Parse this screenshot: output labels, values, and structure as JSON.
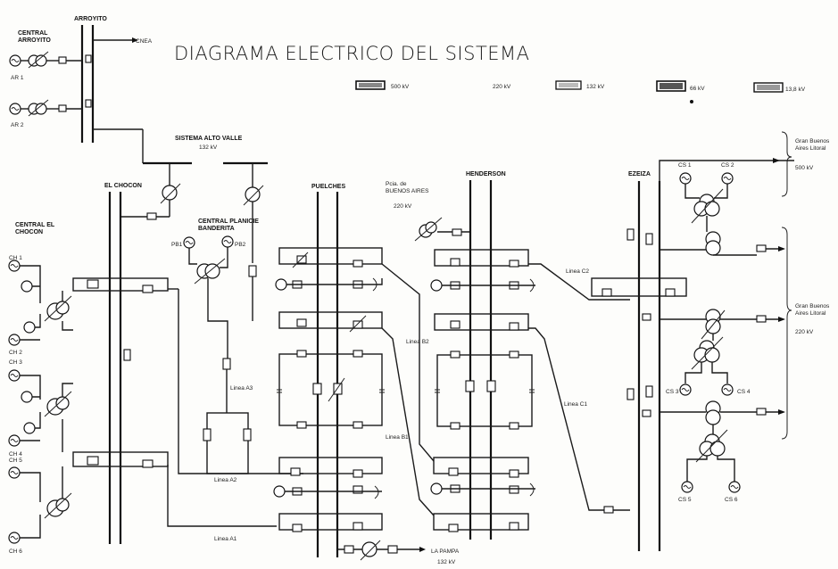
{
  "title": "DIAGRAMA ELECTRICO DEL SISTEMA",
  "legend": [
    {
      "label": "500 kV"
    },
    {
      "label": "220 kV"
    },
    {
      "label": "132 kV"
    },
    {
      "label": "66 kV"
    },
    {
      "label": "13,8 kV"
    }
  ],
  "stations": {
    "arroyito": "ARROYITO",
    "central_arroyito": "CENTRAL ARROYITO",
    "el_chocon": "EL CHOCON",
    "central_el_chocon": "CENTRAL EL CHOCON",
    "sistema_alto_valle": "SISTEMA ALTO VALLE",
    "sistema_alto_valle_kv": "132 kV",
    "central_planicie": "CENTRAL PLANICIE BANDERITA",
    "puelches": "PUELCHES",
    "pcia_bs_as": "Pcia. de BUENOS AIRES",
    "pcia_bs_as_kv": "220 kV",
    "henderson": "HENDERSON",
    "ezeiza": "EZEIZA",
    "gran_bs_as_500": "Gran Buenos Aires Litoral",
    "gran_bs_as_500_kv": "500 kV",
    "gran_bs_as_220": "Gran Buenos Aires Litoral",
    "gran_bs_as_220_kv": "220 kV",
    "la_pampa": "LA PAMPA",
    "la_pampa_kv": "132 kV",
    "cnea": "CNEA"
  },
  "generators": {
    "ar1": "AR 1",
    "ar2": "AR 2",
    "ch1": "CH 1",
    "ch2": "CH 2",
    "ch3": "CH 3",
    "ch4": "CH 4",
    "ch5": "CH 5",
    "ch6": "CH 6",
    "pb1": "PB1",
    "pb2": "PB2",
    "cs1": "CS 1",
    "cs2": "CS 2",
    "cs3": "CS 3",
    "cs4": "CS 4",
    "cs5": "CS 5",
    "cs6": "CS 6"
  },
  "lines": {
    "a1": "Linea A1",
    "a2": "Linea A2",
    "a3": "Linea A3",
    "b1": "Linea B1",
    "b2": "Linea B2",
    "c1": "Linea C1",
    "c2": "Linea C2"
  }
}
